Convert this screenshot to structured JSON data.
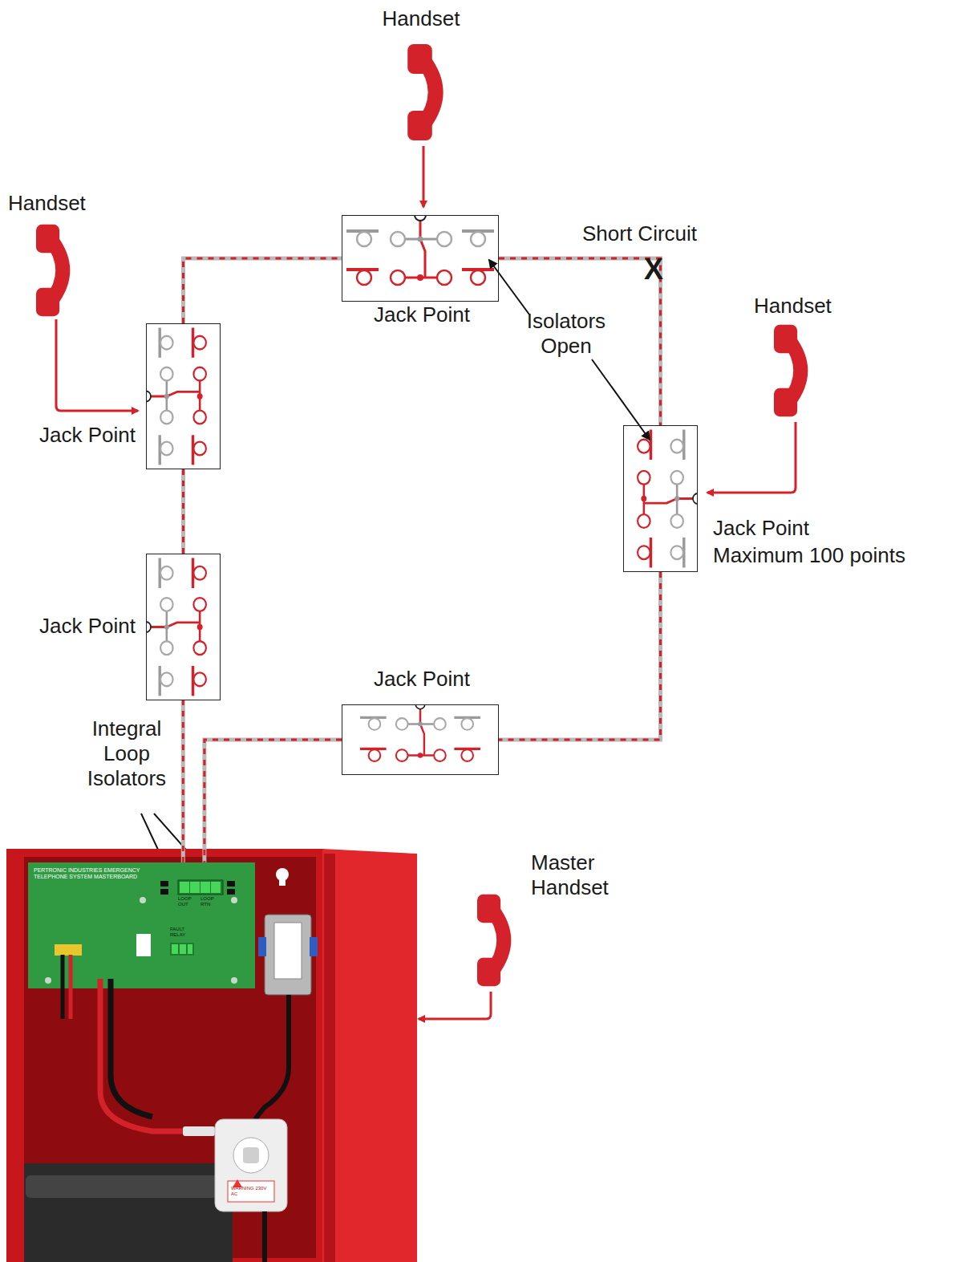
{
  "diagram": {
    "nodes": [
      {
        "text": [
          "Jack Point"
        ]
      },
      {
        "text": [
          "Jack Point"
        ]
      },
      {
        "text": [
          "Jack Point"
        ]
      },
      {
        "text": [
          "Jack Point",
          "Maximum 100 points"
        ]
      },
      {
        "text": [
          "Jack Point"
        ]
      },
      {
        "text": [
          "PERTRONIC INDUSTRIES EMERGENCY TELEPHONE SYSTEM MASTERBOARD"
        ]
      }
    ],
    "edges": [
      {
        "from": 5,
        "to": 2,
        "arrow": "none"
      },
      {
        "from": 2,
        "to": 1,
        "arrow": "none"
      },
      {
        "from": 1,
        "to": 0,
        "arrow": "none"
      },
      {
        "from": 0,
        "to": 3,
        "arrow": "none"
      },
      {
        "from": 3,
        "to": 4,
        "arrow": "none"
      },
      {
        "from": 4,
        "to": 5,
        "arrow": "none"
      }
    ],
    "labels": [
      "Handset",
      "Handset",
      "Short Circuit",
      "X",
      "Isolators Open",
      "Handset",
      "Integral Loop Isolators",
      "Master Handset",
      "LOOP OUT",
      "LOOP RTN",
      "FAULT RELAY",
      "WARNING 230V AC"
    ]
  }
}
